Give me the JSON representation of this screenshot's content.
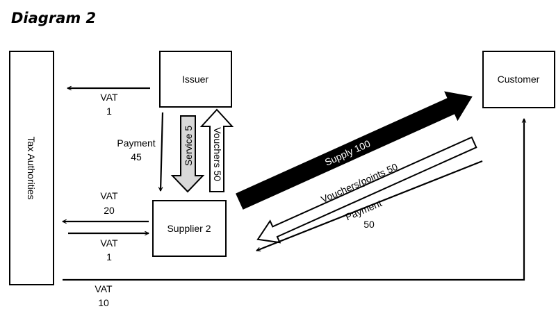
{
  "title": "Diagram 2",
  "nodes": {
    "tax_authorities": "Tax Authorities",
    "issuer": "Issuer",
    "supplier": "Supplier 2",
    "customer": "Customer"
  },
  "labels": {
    "vat_issuer_word": "VAT",
    "vat_issuer_value": "1",
    "payment_word": "Payment",
    "payment_value": "45",
    "service": "Service 5",
    "vouchers": "Vouchers 50",
    "vat_supplier_out_word": "VAT",
    "vat_supplier_out_value": "20",
    "vat_supplier_in_word": "VAT",
    "vat_supplier_in_value": "1",
    "vat_customer_word": "VAT",
    "vat_customer_value": "10",
    "supply": "Supply 100",
    "vouchers_points": "Vouchers/points 50",
    "customer_payment_word": "Payment",
    "customer_payment_value": "50"
  },
  "colors": {
    "service_fill": "#d9d9d9",
    "supply_fill": "#000000",
    "outline": "#000000"
  }
}
